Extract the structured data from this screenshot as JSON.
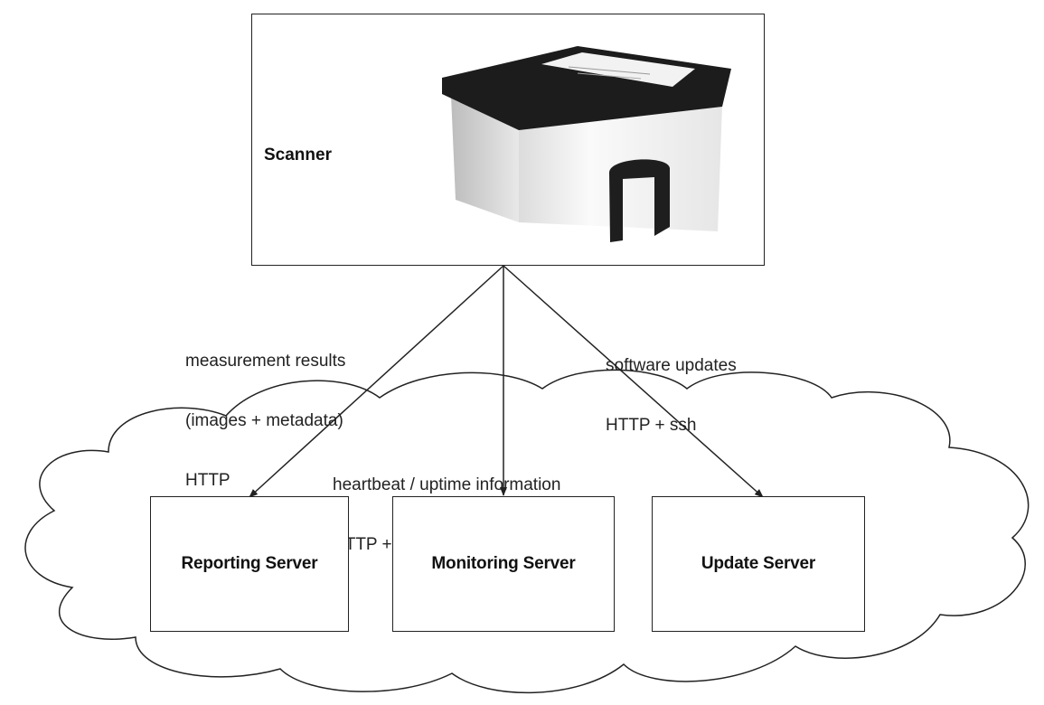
{
  "scanner": {
    "label": "Scanner",
    "device_icon": "scanner-device-photo"
  },
  "servers": [
    {
      "id": "reporting",
      "label": "Reporting Server"
    },
    {
      "id": "monitoring",
      "label": "Monitoring Server"
    },
    {
      "id": "update",
      "label": "Update Server"
    }
  ],
  "edges": {
    "measurement": {
      "lines": [
        "measurement results",
        "(images + metadata)",
        "HTTP"
      ]
    },
    "heartbeat": {
      "lines": [
        "heartbeat / uptime information",
        "HTTP + ssh"
      ]
    },
    "software": {
      "lines": [
        "software updates",
        "HTTP + ssh"
      ]
    }
  },
  "colors": {
    "line": "#222222",
    "device_top": "#1c1c1c",
    "device_body": "#efefef"
  }
}
